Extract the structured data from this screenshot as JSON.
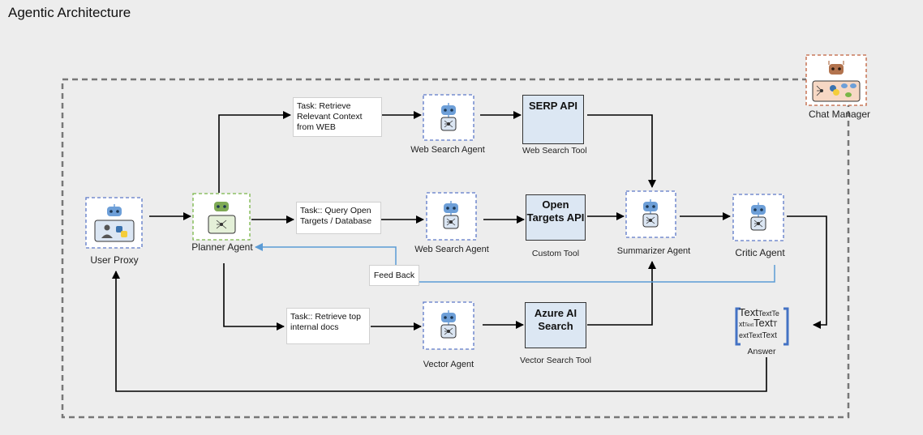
{
  "title": "Agentic Architecture",
  "nodes": {
    "user_proxy": "User Proxy",
    "planner_agent": "Planner Agent",
    "web_search_agent_1": "Web Search Agent",
    "web_search_agent_2": "Web Search Agent",
    "vector_agent": "Vector Agent",
    "summarizer_agent": "Summarizer Agent",
    "critic_agent": "Critic Agent",
    "chat_manager": "Chat Manager",
    "answer": "Answer"
  },
  "tasks": {
    "web": "Task: Retrieve Relevant Context from WEB",
    "targets": "Task:: Query Open Targets / Database",
    "internal": "Task:: Retrieve top internal docs"
  },
  "tools": {
    "serp": {
      "name": "SERP API",
      "caption": "Web Search Tool"
    },
    "open_targets": {
      "name": "Open Targets API",
      "caption": "Custom Tool"
    },
    "azure": {
      "name": "Azure AI Search",
      "caption": "Vector Search Tool"
    }
  },
  "feedback": "Feed Back",
  "answer_text": {
    "l1a": "Text",
    "l1b": "TextTe",
    "l2a": "xt",
    "l2b": "Text",
    "l2c": "Text",
    "l2d": "T",
    "l3a": "ext",
    "l3b": "Text",
    "l3c": "Text"
  },
  "colors": {
    "robot_head": "#6d9fd8",
    "planner_robot": "#7faa55",
    "chat_robot": "#b2734e",
    "feedback_line": "#5b9bd5",
    "agent_border": "#5c78c8"
  }
}
